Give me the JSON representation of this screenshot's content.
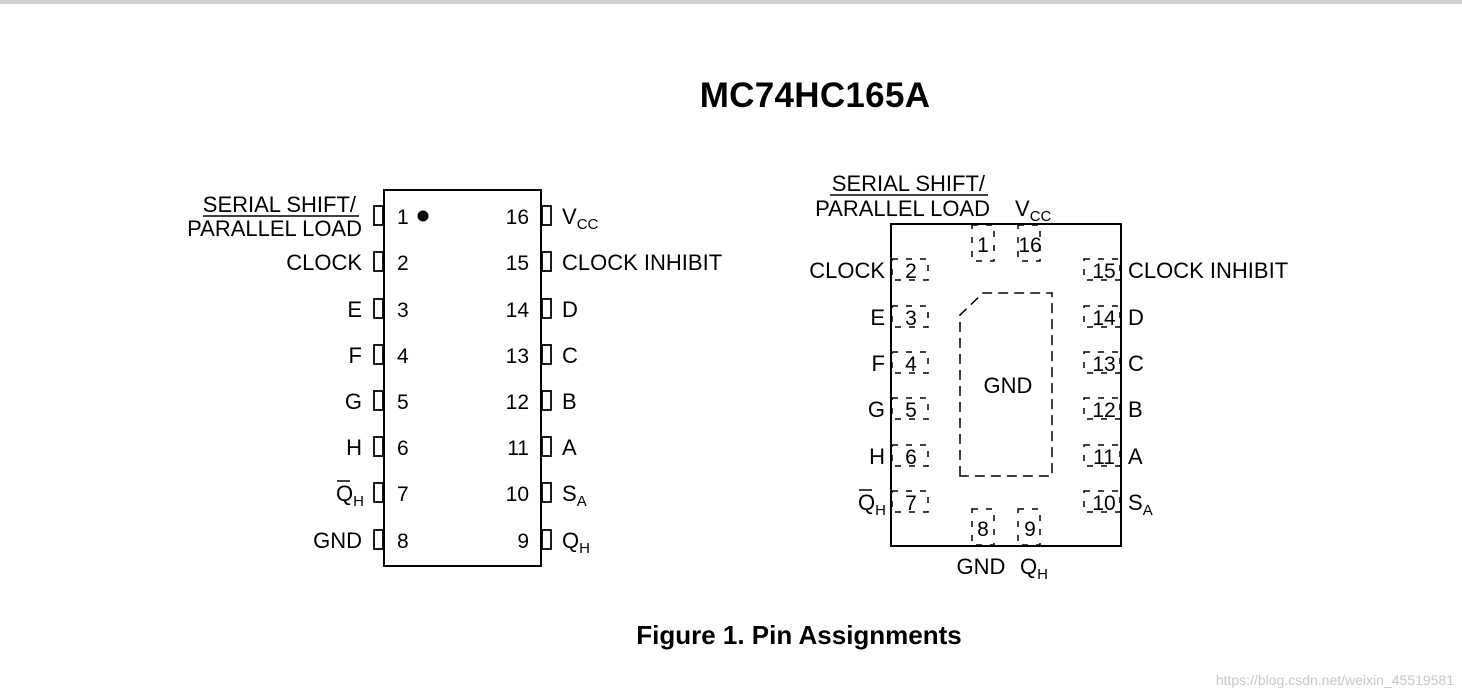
{
  "title": "MC74HC165A",
  "caption": "Figure 1. Pin Assignments",
  "watermark": "https://blog.csdn.net/weixin_45519581",
  "pin_labels": {
    "serial_shift": "SERIAL SHIFT/",
    "parallel_load": "PARALLEL LOAD",
    "clock": "CLOCK",
    "e": "E",
    "f": "F",
    "g": "G",
    "h": "H",
    "qh_bar_letter": "Q",
    "sub_h": "H",
    "gnd": "GND",
    "vcc_letter": "V",
    "sub_cc": "CC",
    "clock_inhibit": "CLOCK INHIBIT",
    "d": "D",
    "c": "C",
    "b": "B",
    "a": "A",
    "s_letter": "S",
    "sub_a": "A",
    "q_letter": "Q"
  },
  "pin_numbers": [
    "1",
    "2",
    "3",
    "4",
    "5",
    "6",
    "7",
    "8",
    "9",
    "10",
    "11",
    "12",
    "13",
    "14",
    "15",
    "16"
  ],
  "pad_label": "GND"
}
